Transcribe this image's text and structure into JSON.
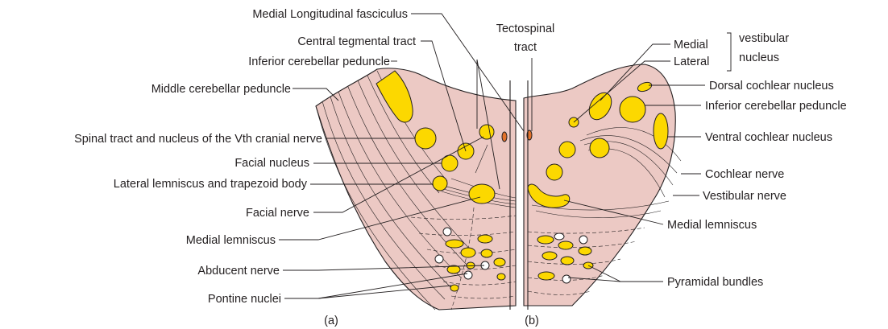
{
  "colors": {
    "tissue": "#ecc9c4",
    "nucleus": "#fcd800",
    "tract_red": "#e3722b",
    "line": "#231f20",
    "white_bundle": "#ffffff"
  },
  "labels_left": {
    "medial_longitudinal_fasciculus": "Medial Longitudinal fasciculus",
    "central_tegmental_tract": "Central tegmental tract",
    "inferior_cerebellar_peduncle": "Inferior cerebellar peduncle",
    "middle_cerebellar_peduncle": "Middle cerebellar peduncle",
    "spinal_tract_trigeminal": "Spinal tract and nucleus of the Vth cranial nerve",
    "facial_nucleus": "Facial nucleus",
    "lateral_lemniscus_trapezoid": "Lateral lemniscus and trapezoid body",
    "facial_nerve": "Facial nerve",
    "medial_lemniscus": "Medial lemniscus",
    "abducent_nerve": "Abducent nerve",
    "pontine_nuclei": "Pontine nuclei"
  },
  "labels_right": {
    "tectospinal_line1": "Tectospinal",
    "tectospinal_line2": "tract",
    "medial": "Medial",
    "lateral": "Lateral",
    "vestibular_line1": "vestibular",
    "vestibular_line2": "nucleus",
    "dorsal_cochlear_nucleus": "Dorsal cochlear nucleus",
    "inferior_cerebellar_peduncle": "Inferior cerebellar peduncle",
    "ventral_cochlear_nucleus": "Ventral cochlear nucleus",
    "cochlear_nerve": "Cochlear nerve",
    "vestibular_nerve": "Vestibular nerve",
    "medial_lemniscus": "Medial lemniscus",
    "pyramidal_bundles": "Pyramidal bundles"
  },
  "panels": {
    "a": "(a)",
    "b": "(b)"
  }
}
